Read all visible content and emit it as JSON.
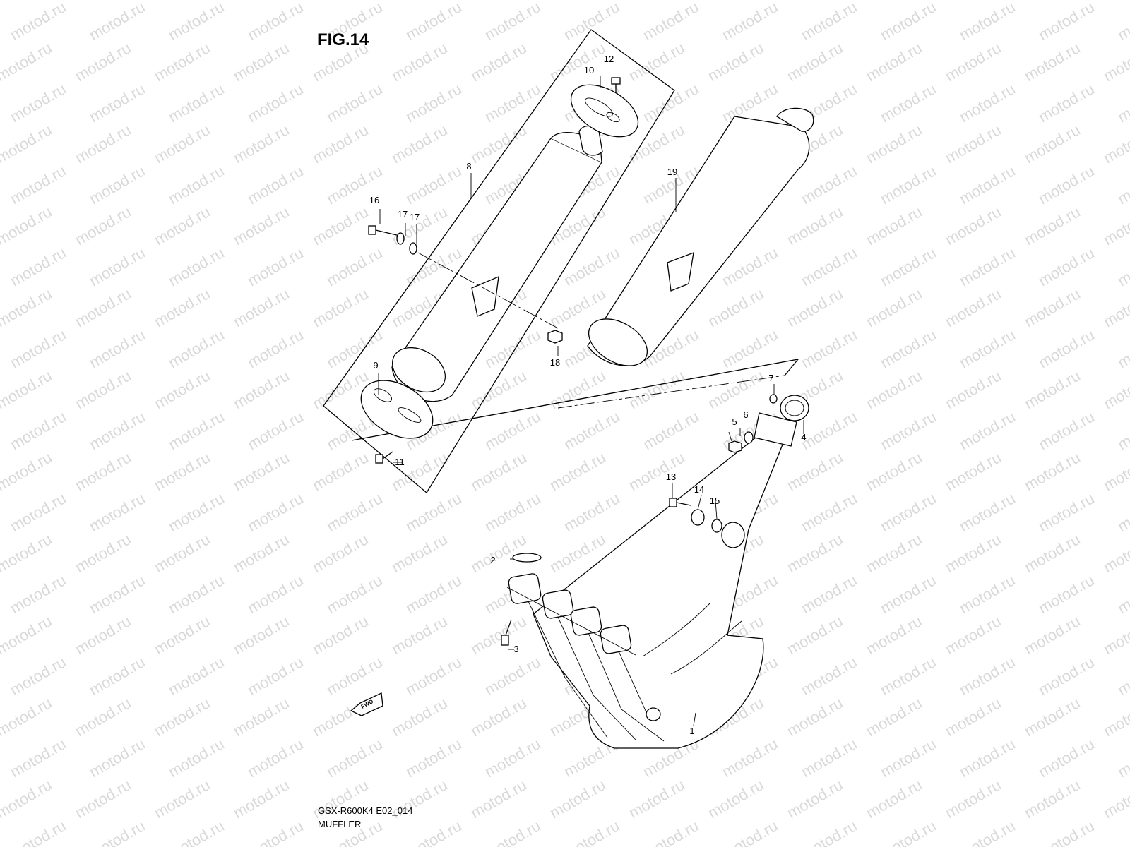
{
  "figure": {
    "title": "FIG.14",
    "model_code": "GSX-R600K4 E02_014",
    "section_name": "MUFFLER",
    "fwd_label": "FWD"
  },
  "watermark": {
    "text": "motod.ru",
    "color": "#d9d9d9"
  },
  "callouts": [
    {
      "id": "1"
    },
    {
      "id": "2"
    },
    {
      "id": "3"
    },
    {
      "id": "4"
    },
    {
      "id": "5"
    },
    {
      "id": "6"
    },
    {
      "id": "7"
    },
    {
      "id": "8"
    },
    {
      "id": "9"
    },
    {
      "id": "10"
    },
    {
      "id": "11"
    },
    {
      "id": "12"
    },
    {
      "id": "13"
    },
    {
      "id": "14"
    },
    {
      "id": "15"
    },
    {
      "id": "16"
    },
    {
      "id": "17a",
      "label": "17"
    },
    {
      "id": "17b",
      "label": "17"
    },
    {
      "id": "18"
    },
    {
      "id": "19"
    }
  ]
}
